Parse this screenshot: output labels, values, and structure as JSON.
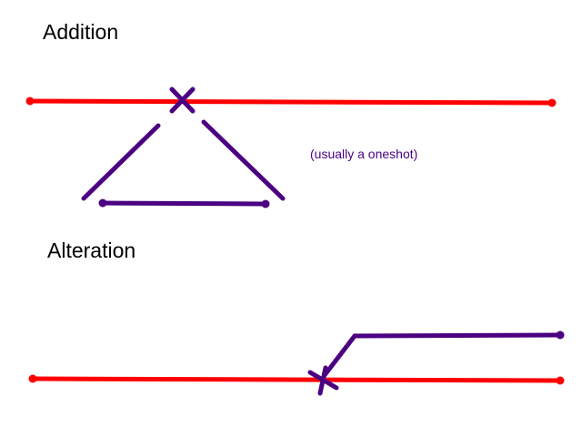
{
  "sections": {
    "addition": {
      "title": "Addition"
    },
    "alteration": {
      "title": "Alteration"
    }
  },
  "note": {
    "text": "(usually a oneshot)"
  },
  "colors": {
    "timeline": "#ff0000",
    "branch": "#4b0082",
    "text": "#000000",
    "background": "#ffffff"
  }
}
